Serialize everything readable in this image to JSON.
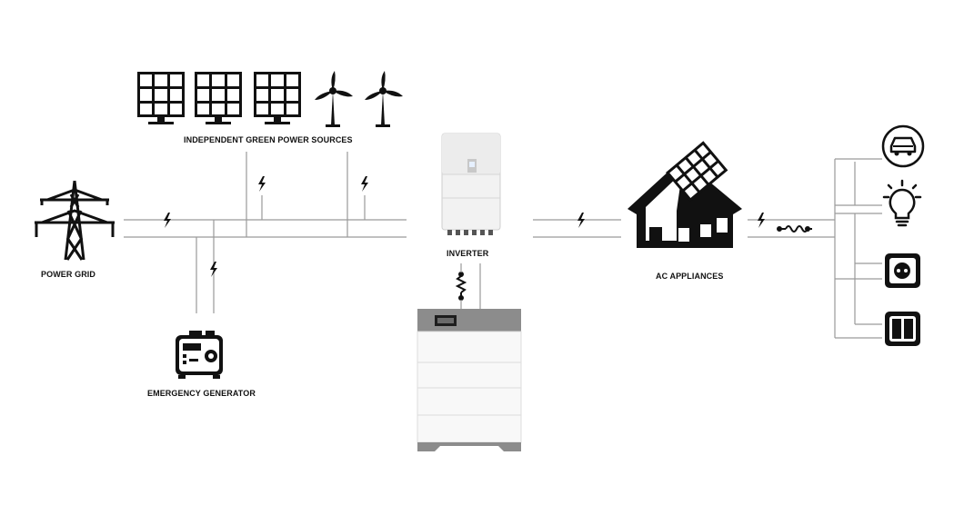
{
  "labels": {
    "green_sources": "INDEPENDENT GREEN POWER SOURCES",
    "power_grid": "POWER GRID",
    "generator": "EMERGENCY GENERATOR",
    "inverter": "INVERTER",
    "ac_appliances": "AC APPLIANCES"
  },
  "colors": {
    "line": "#9a9a9a",
    "icon": "#111111",
    "inverter_body": "#f2f2f2",
    "battery_top": "#8c8c8c"
  }
}
